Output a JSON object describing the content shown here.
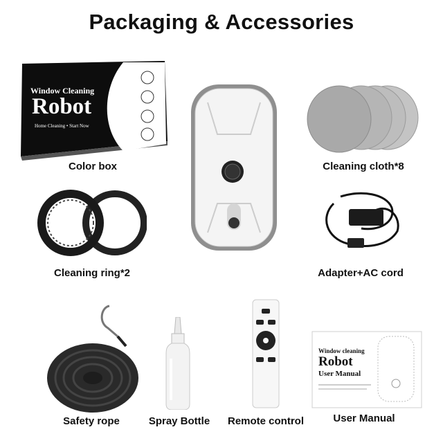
{
  "title": "Packaging & Accessories",
  "items": [
    {
      "label": "Color box"
    },
    {
      "label": "Cleaning cloth*8"
    },
    {
      "label": "Cleaning ring*2"
    },
    {
      "label": "Adapter+AC cord"
    },
    {
      "label": "Safety rope"
    },
    {
      "label": "Spray Bottle"
    },
    {
      "label": "Remote control"
    },
    {
      "label": "User Manual"
    }
  ],
  "color_box": {
    "line1": "Window Cleaning",
    "line2": "Robot",
    "line3": "Home Cleaning • Start Now"
  },
  "manual": {
    "line1": "Window cleaning",
    "line2": "Robot",
    "line3": "User Manual"
  },
  "colors": {
    "box_black": "#0d0d0d",
    "cloth_gray": "#a9a9a9",
    "robot_white": "#f4f4f4",
    "rope_dark": "#2a2a2a"
  }
}
